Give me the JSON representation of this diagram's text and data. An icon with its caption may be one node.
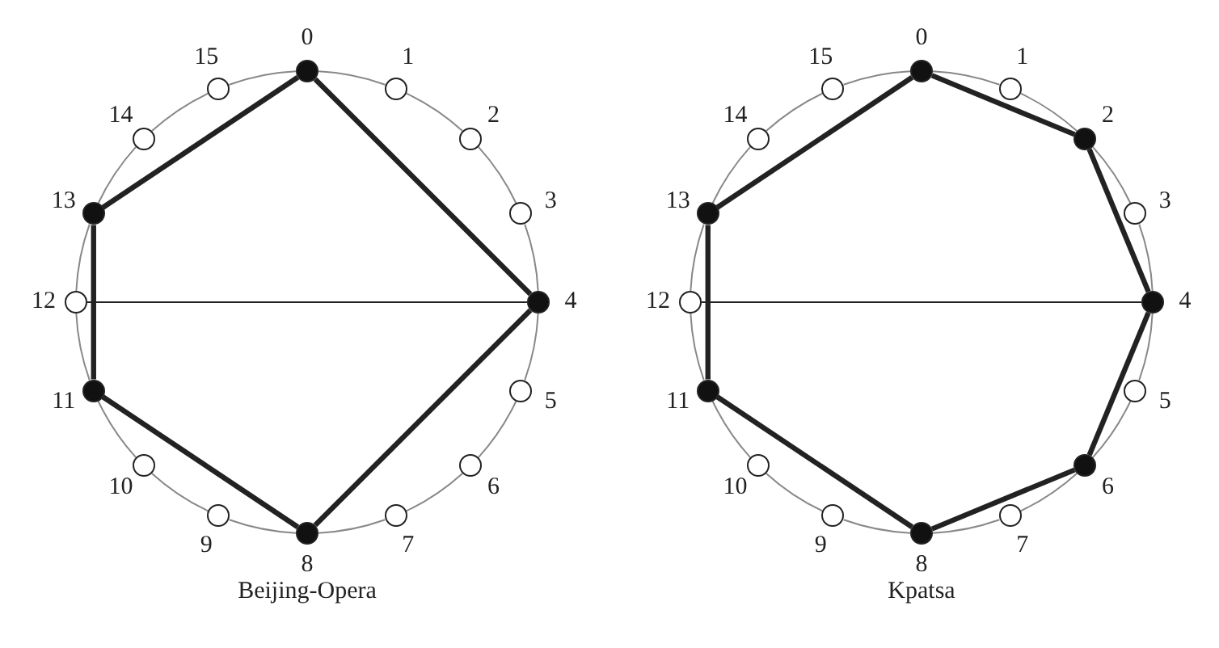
{
  "diagram": {
    "nodes": [
      {
        "text": [],
        "shape": "circle",
        "beside": [
          "0"
        ]
      },
      {
        "text": [],
        "shape": "circle",
        "beside": [
          "1"
        ]
      },
      {
        "text": [],
        "shape": "circle",
        "beside": [
          "2"
        ]
      },
      {
        "text": [],
        "shape": "circle",
        "beside": [
          "3"
        ]
      },
      {
        "text": [],
        "shape": "circle",
        "beside": [
          "4"
        ]
      },
      {
        "text": [],
        "shape": "circle",
        "beside": [
          "5"
        ]
      },
      {
        "text": [],
        "shape": "circle",
        "beside": [
          "6"
        ]
      },
      {
        "text": [],
        "shape": "circle",
        "beside": [
          "7"
        ]
      },
      {
        "text": [],
        "shape": "circle",
        "beside": [
          "8"
        ]
      },
      {
        "text": [],
        "shape": "circle",
        "beside": [
          "9"
        ]
      },
      {
        "text": [],
        "shape": "circle",
        "beside": [
          "10"
        ]
      },
      {
        "text": [],
        "shape": "circle",
        "beside": [
          "11"
        ]
      },
      {
        "text": [],
        "shape": "circle",
        "beside": [
          "12"
        ]
      },
      {
        "text": [],
        "shape": "circle",
        "beside": [
          "13"
        ]
      },
      {
        "text": [],
        "shape": "circle",
        "beside": [
          "14"
        ]
      },
      {
        "text": [],
        "shape": "circle",
        "beside": [
          "15"
        ]
      },
      {
        "text": [],
        "shape": "circle",
        "beside": [
          "0"
        ]
      },
      {
        "text": [],
        "shape": "circle",
        "beside": [
          "1"
        ]
      },
      {
        "text": [],
        "shape": "circle",
        "beside": [
          "2"
        ]
      },
      {
        "text": [],
        "shape": "circle",
        "beside": [
          "3"
        ]
      },
      {
        "text": [],
        "shape": "circle",
        "beside": [
          "4"
        ]
      },
      {
        "text": [],
        "shape": "circle",
        "beside": [
          "5"
        ]
      },
      {
        "text": [],
        "shape": "circle",
        "beside": [
          "6"
        ]
      },
      {
        "text": [],
        "shape": "circle",
        "beside": [
          "7"
        ]
      },
      {
        "text": [],
        "shape": "circle",
        "beside": [
          "8"
        ]
      },
      {
        "text": [],
        "shape": "circle",
        "beside": [
          "9"
        ]
      },
      {
        "text": [],
        "shape": "circle",
        "beside": [
          "10"
        ]
      },
      {
        "text": [],
        "shape": "circle",
        "beside": [
          "11"
        ]
      },
      {
        "text": [],
        "shape": "circle",
        "beside": [
          "12"
        ]
      },
      {
        "text": [],
        "shape": "circle",
        "beside": [
          "13"
        ]
      },
      {
        "text": [],
        "shape": "circle",
        "beside": [
          "14"
        ]
      },
      {
        "text": [],
        "shape": "circle",
        "beside": [
          "15"
        ]
      }
    ],
    "edges": [
      {
        "from": 0,
        "to": 1,
        "arrow": "none",
        "color": "#888888"
      },
      {
        "from": 1,
        "to": 2,
        "arrow": "none",
        "color": "#888888"
      },
      {
        "from": 2,
        "to": 3,
        "arrow": "none",
        "color": "#888888"
      },
      {
        "from": 3,
        "to": 4,
        "arrow": "none",
        "color": "#888888"
      },
      {
        "from": 4,
        "to": 5,
        "arrow": "none",
        "color": "#888888"
      },
      {
        "from": 5,
        "to": 6,
        "arrow": "none",
        "color": "#888888"
      },
      {
        "from": 6,
        "to": 7,
        "arrow": "none",
        "color": "#888888"
      },
      {
        "from": 7,
        "to": 8,
        "arrow": "none",
        "color": "#888888"
      },
      {
        "from": 8,
        "to": 9,
        "arrow": "none",
        "color": "#888888"
      },
      {
        "from": 9,
        "to": 10,
        "arrow": "none",
        "color": "#888888"
      },
      {
        "from": 10,
        "to": 11,
        "arrow": "none",
        "color": "#888888"
      },
      {
        "from": 11,
        "to": 12,
        "arrow": "none",
        "color": "#888888"
      },
      {
        "from": 12,
        "to": 13,
        "arrow": "none",
        "color": "#888888"
      },
      {
        "from": 13,
        "to": 14,
        "arrow": "none",
        "color": "#888888"
      },
      {
        "from": 14,
        "to": 15,
        "arrow": "none",
        "color": "#888888"
      },
      {
        "from": 15,
        "to": 0,
        "arrow": "none",
        "color": "#888888"
      },
      {
        "from": 0,
        "to": 4,
        "arrow": "none",
        "style": "thick",
        "color": "#222222"
      },
      {
        "from": 4,
        "to": 8,
        "arrow": "none",
        "style": "thick",
        "color": "#222222"
      },
      {
        "from": 8,
        "to": 11,
        "arrow": "none",
        "style": "thick",
        "color": "#222222"
      },
      {
        "from": 11,
        "to": 13,
        "arrow": "none",
        "style": "thick",
        "color": "#222222"
      },
      {
        "from": 13,
        "to": 0,
        "arrow": "none",
        "style": "thick",
        "color": "#222222"
      },
      {
        "from": 12,
        "to": 4,
        "arrow": "none",
        "color": "#222222"
      },
      {
        "from": 16,
        "to": 17,
        "arrow": "none",
        "color": "#888888"
      },
      {
        "from": 17,
        "to": 18,
        "arrow": "none",
        "color": "#888888"
      },
      {
        "from": 18,
        "to": 19,
        "arrow": "none",
        "color": "#888888"
      },
      {
        "from": 19,
        "to": 20,
        "arrow": "none",
        "color": "#888888"
      },
      {
        "from": 20,
        "to": 21,
        "arrow": "none",
        "color": "#888888"
      },
      {
        "from": 21,
        "to": 22,
        "arrow": "none",
        "color": "#888888"
      },
      {
        "from": 22,
        "to": 23,
        "arrow": "none",
        "color": "#888888"
      },
      {
        "from": 23,
        "to": 24,
        "arrow": "none",
        "color": "#888888"
      },
      {
        "from": 24,
        "to": 25,
        "arrow": "none",
        "color": "#888888"
      },
      {
        "from": 25,
        "to": 26,
        "arrow": "none",
        "color": "#888888"
      },
      {
        "from": 26,
        "to": 27,
        "arrow": "none",
        "color": "#888888"
      },
      {
        "from": 27,
        "to": 28,
        "arrow": "none",
        "color": "#888888"
      },
      {
        "from": 28,
        "to": 29,
        "arrow": "none",
        "color": "#888888"
      },
      {
        "from": 29,
        "to": 30,
        "arrow": "none",
        "color": "#888888"
      },
      {
        "from": 30,
        "to": 31,
        "arrow": "none",
        "color": "#888888"
      },
      {
        "from": 31,
        "to": 16,
        "arrow": "none",
        "color": "#888888"
      },
      {
        "from": 16,
        "to": 18,
        "arrow": "none",
        "style": "thick",
        "color": "#222222"
      },
      {
        "from": 18,
        "to": 20,
        "arrow": "none",
        "style": "thick",
        "color": "#222222"
      },
      {
        "from": 20,
        "to": 22,
        "arrow": "none",
        "style": "thick",
        "color": "#222222"
      },
      {
        "from": 22,
        "to": 24,
        "arrow": "none",
        "style": "thick",
        "color": "#222222"
      },
      {
        "from": 24,
        "to": 27,
        "arrow": "none",
        "style": "thick",
        "color": "#222222"
      },
      {
        "from": 27,
        "to": 29,
        "arrow": "none",
        "style": "thick",
        "color": "#222222"
      },
      {
        "from": 29,
        "to": 16,
        "arrow": "none",
        "style": "thick",
        "color": "#222222"
      },
      {
        "from": 28,
        "to": 20,
        "arrow": "none",
        "color": "#222222"
      }
    ],
    "labels": [
      "Beijing-Opera",
      "Kpatsa"
    ]
  }
}
